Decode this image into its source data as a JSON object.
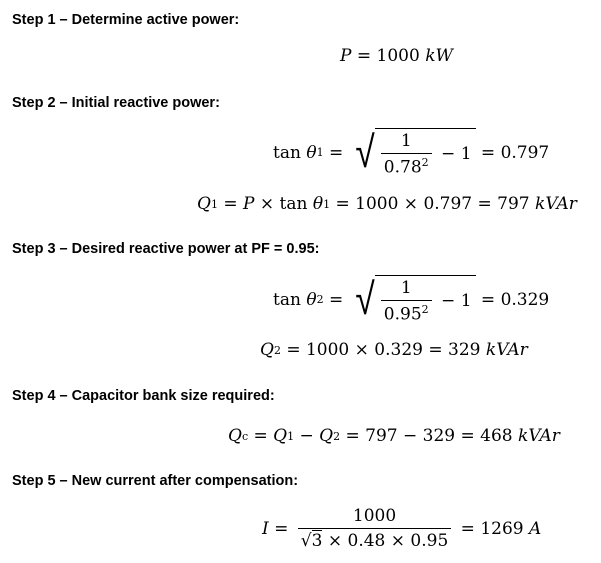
{
  "steps": [
    {
      "heading": "Step 1 – Determine active power:"
    },
    {
      "heading": "Step 2 – Initial reactive power:"
    },
    {
      "heading": "Step 3 – Desired reactive power at PF = 0.95:"
    },
    {
      "heading": "Step 4 – Capacitor bank size required:"
    },
    {
      "heading": "Step 5 – New current after compensation:"
    }
  ],
  "eq1": {
    "var": "P",
    "rhs": " = 1000 ",
    "unit": "kW"
  },
  "eq2": {
    "lhs": "tan ",
    "theta": "θ",
    "sub": "1",
    "eq": " = ",
    "num": "1",
    "den": "0.78",
    "pow": "2",
    "tail": " − 1",
    "rhs": " = 0.797"
  },
  "eq3": {
    "q": "Q",
    "sub": "1",
    "mid1": " = ",
    "p": "P",
    "mid2": " × tan ",
    "theta": "θ",
    "sub2": "1",
    "rhs": " = 1000 × 0.797 = 797 ",
    "unit": "kVAr"
  },
  "eq4": {
    "lhs": "tan ",
    "theta": "θ",
    "sub": "2",
    "eq": " = ",
    "num": "1",
    "den": "0.95",
    "pow": "2",
    "tail": " − 1",
    "rhs": " = 0.329"
  },
  "eq5": {
    "q": "Q",
    "sub": "2",
    "rhs": " = 1000 × 0.329 = 329 ",
    "unit": "kVAr"
  },
  "eq6": {
    "q": "Q",
    "sub": "c",
    "mid": " = ",
    "q1": "Q",
    "s1": "1",
    "minus": " − ",
    "q2": "Q",
    "s2": "2",
    "rhs": " = 797 − 329 = 468 ",
    "unit": "kVAr"
  },
  "eq7": {
    "var": "I",
    "eq": " = ",
    "num": "1000",
    "root": "3",
    "den": " × 0.48 × 0.95",
    "rhs": " = 1269 ",
    "unit": "A"
  }
}
